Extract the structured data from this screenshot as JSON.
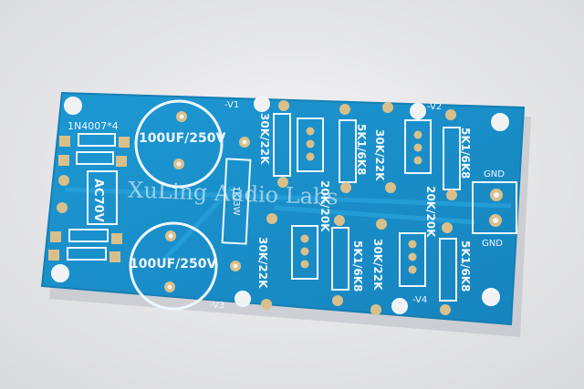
{
  "board": {
    "colors": {
      "background": "#e9eaec",
      "board": "#1b8fc8",
      "board_edge": "#167fb3",
      "silkscreen": "#eef7ff",
      "pad": "#d9c08a",
      "pad_hole": "#f2f2f2"
    },
    "labels": {
      "diodes": "1N4007*4",
      "ac_input": "AC70V",
      "cap_top": "100UF/250V",
      "cap_bottom": "100UF/250V",
      "v1": "-V1",
      "v2": "-V2",
      "v3": "-V3",
      "v4": "-V4",
      "r_1k": "1K/3W",
      "r_30k_a": "30K/22K",
      "r_30k_b": "30K/22K",
      "r_30k_c": "30K/22K",
      "r_30k_d": "30K/22K",
      "r_20k_a": "20K/20K",
      "r_20k_b": "20K/20K",
      "r_5k1_a": "5K1/6K8",
      "r_5k1_b": "5K1/6K8",
      "r_5k1_c": "5K1/6K8",
      "r_5k1_d": "5K1/6K8",
      "gnd_top": "GND",
      "gnd_bottom": "GND"
    },
    "watermark": "XuLing Audio Labs"
  }
}
